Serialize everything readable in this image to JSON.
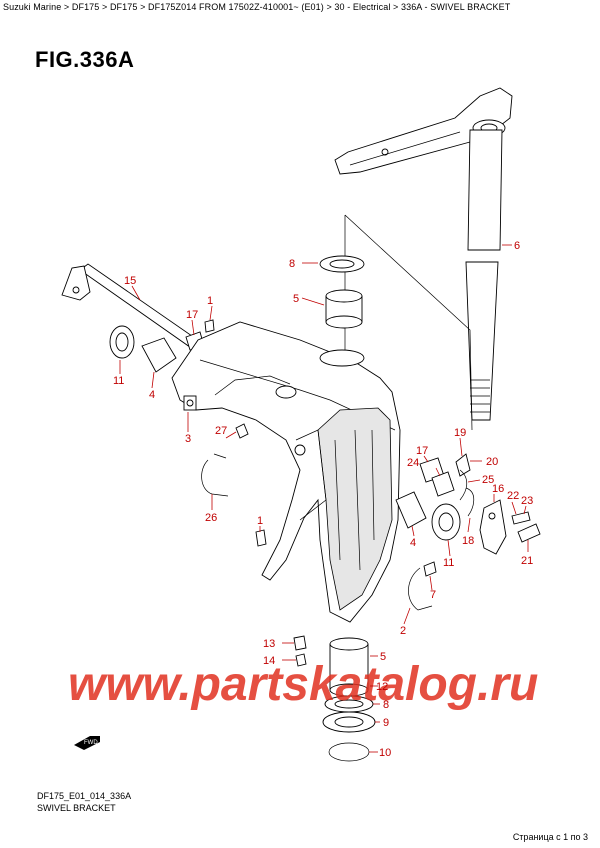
{
  "breadcrumb": "Suzuki Marine > DF175 > DF175 > DF175Z014 FROM 17502Z-410001~ (E01) > 30 - Electrical > 336A - SWIVEL BRACKET",
  "figure_title": "FIG.336A",
  "caption_code": "DF175_E01_014_336A",
  "caption_name": "SWIVEL BRACKET",
  "page_indicator": "Страница с 1 по 3",
  "watermark": "www.partskatalog.ru",
  "fwd_label": "FWD",
  "callouts": {
    "c1a": "1",
    "c17a": "17",
    "c15": "15",
    "c11a": "11",
    "c4a": "4",
    "c3": "3",
    "c8a": "8",
    "c5a": "5",
    "c6": "6",
    "c27": "27",
    "c26": "26",
    "c1b": "1",
    "c19": "19",
    "c20": "20",
    "c17b": "17",
    "c24": "24",
    "c25": "25",
    "c16": "16",
    "c22": "22",
    "c23": "23",
    "c18": "18",
    "c4b": "4",
    "c11b": "11",
    "c21": "21",
    "c7": "7",
    "c2": "2",
    "c13": "13",
    "c14": "14",
    "c5b": "5",
    "c12": "12",
    "c8b": "8",
    "c9": "9",
    "c10": "10"
  }
}
